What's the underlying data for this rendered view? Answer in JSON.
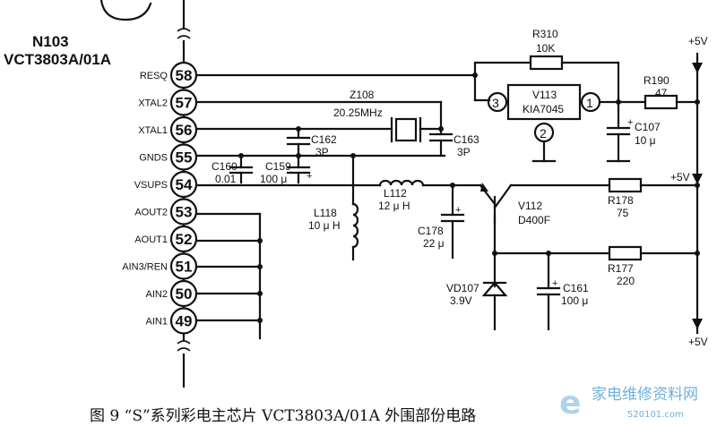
{
  "chip": {
    "ref": "N103",
    "model": "VCT3803A/01A"
  },
  "pins": [
    {
      "label": "RESQ",
      "num": "58"
    },
    {
      "label": "XTAL2",
      "num": "57"
    },
    {
      "label": "XTAL1",
      "num": "56"
    },
    {
      "label": "GNDS",
      "num": "55"
    },
    {
      "label": "VSUPS",
      "num": "54"
    },
    {
      "label": "AOUT2",
      "num": "53"
    },
    {
      "label": "AOUT1",
      "num": "52"
    },
    {
      "label": "AIN3/REN",
      "num": "51"
    },
    {
      "label": "AIN2",
      "num": "50"
    },
    {
      "label": "AIN1",
      "num": "49"
    }
  ],
  "components": {
    "R310": {
      "ref": "R310",
      "value": "10K"
    },
    "V113": {
      "ref": "V113",
      "model": "KIA7045",
      "pin1": "1",
      "pin2": "2",
      "pin3": "3"
    },
    "R190": {
      "ref": "R190",
      "value": "47"
    },
    "C107": {
      "ref": "C107",
      "value": "10 μ"
    },
    "Z108": {
      "ref": "Z108",
      "value": "20.25MHz"
    },
    "C162": {
      "ref": "C162",
      "value": "3P"
    },
    "C163": {
      "ref": "C163",
      "value": "3P"
    },
    "C160": {
      "ref": "C160",
      "value": "0.01"
    },
    "C159": {
      "ref": "C159",
      "value": "100 μ"
    },
    "L118": {
      "ref": "L118",
      "value": "10 μ H"
    },
    "L112": {
      "ref": "L112",
      "value": "12 μ H"
    },
    "C178": {
      "ref": "C178",
      "value": "22 μ"
    },
    "V112": {
      "ref": "V112",
      "model": "D400F"
    },
    "R178": {
      "ref": "R178",
      "value": "75"
    },
    "R177": {
      "ref": "R177",
      "value": "220"
    },
    "VD107": {
      "ref": "VD107",
      "value": "3.9V"
    },
    "C161": {
      "ref": "C161",
      "value": "100 μ"
    }
  },
  "rails": {
    "top": "+5V",
    "mid": "+5V",
    "bottom": "+5V"
  },
  "plus_sign": "+",
  "caption": "图 9 “S”系列彩电主芯片 VCT3803A/01A 外围部份电路",
  "watermark": {
    "name": "家电维修资料网",
    "url": "520101.com"
  }
}
